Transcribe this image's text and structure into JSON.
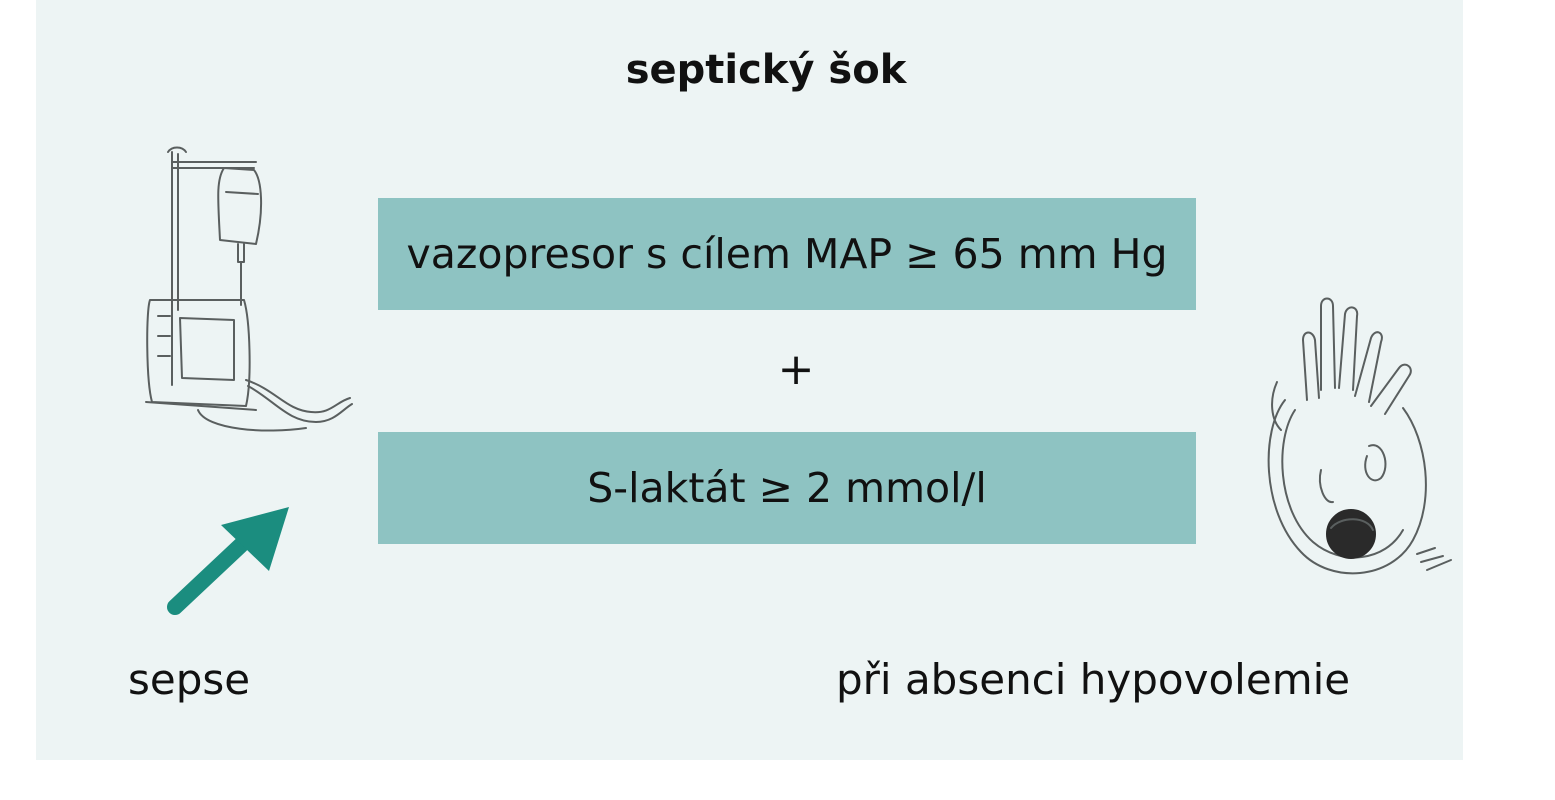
{
  "diagram": {
    "title": "septický šok",
    "criterion_1": "vazopresor s cílem MAP ≥ 65 mm Hg",
    "operator": "+",
    "criterion_2": "S-laktát ≥ 2 mmol/l",
    "left_label": "sepse",
    "right_label": "při absenci hypovolemie"
  },
  "icons": {
    "left_illustration": "iv-infusion-drip-icon",
    "right_illustration": "raised-hand-patient-icon",
    "arrow": "arrow-up-right-icon"
  },
  "colors": {
    "panel_background": "#edf4f4",
    "box_fill": "#8ec3c2",
    "arrow": "#1b8d7f",
    "text": "#111111"
  }
}
